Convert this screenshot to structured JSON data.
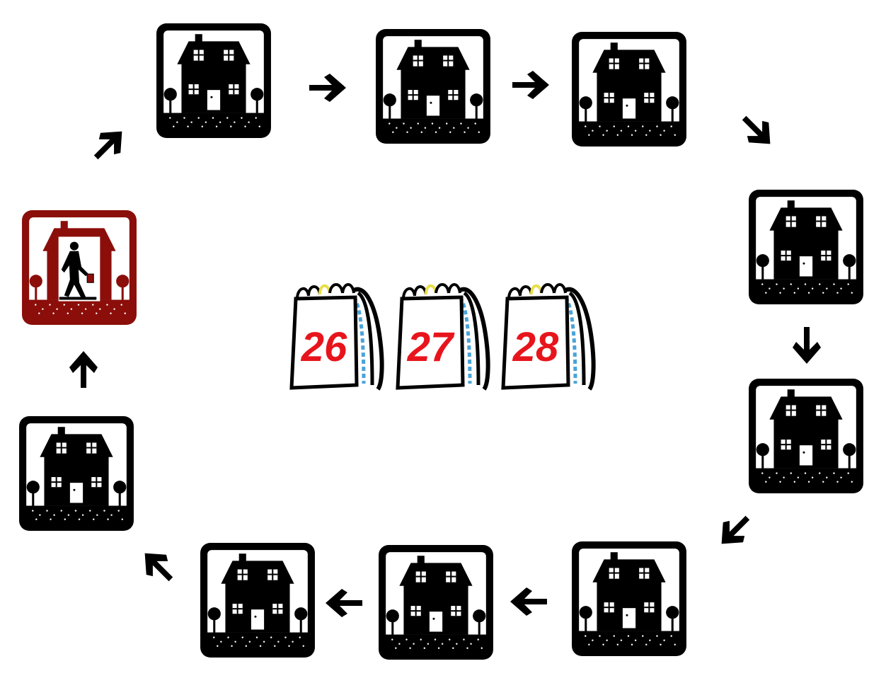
{
  "colors": {
    "house_fill": "#000000",
    "house_background": "#ffffff",
    "active_tile": "#8b0e0a",
    "arrow": "#000000",
    "calendar_number": "#e8141c",
    "calendar_accent_blue": "#4aa3d8",
    "calendar_accent_yellow": "#e8df4a"
  },
  "diagram": {
    "type": "cycle",
    "nodes": [
      {
        "id": "house-1",
        "icon": "house-icon",
        "active": false
      },
      {
        "id": "house-2",
        "icon": "house-icon",
        "active": false
      },
      {
        "id": "house-3",
        "icon": "house-icon",
        "active": false
      },
      {
        "id": "house-4",
        "icon": "house-icon",
        "active": false
      },
      {
        "id": "house-5",
        "icon": "house-icon",
        "active": false
      },
      {
        "id": "house-6",
        "icon": "house-icon",
        "active": false
      },
      {
        "id": "house-7",
        "icon": "house-icon",
        "active": false
      },
      {
        "id": "house-8",
        "icon": "house-icon",
        "active": false
      },
      {
        "id": "house-9",
        "icon": "house-icon",
        "active": false
      },
      {
        "id": "house-10",
        "icon": "person-walking-through-doorway-icon",
        "active": true
      }
    ],
    "arrows": [
      "right",
      "right",
      "down-right",
      "down",
      "down-left",
      "left",
      "left",
      "up-left",
      "up",
      "up-right"
    ]
  },
  "calendar": {
    "icon": "tear-off-calendar-icon",
    "days": [
      "26",
      "27",
      "28"
    ]
  }
}
